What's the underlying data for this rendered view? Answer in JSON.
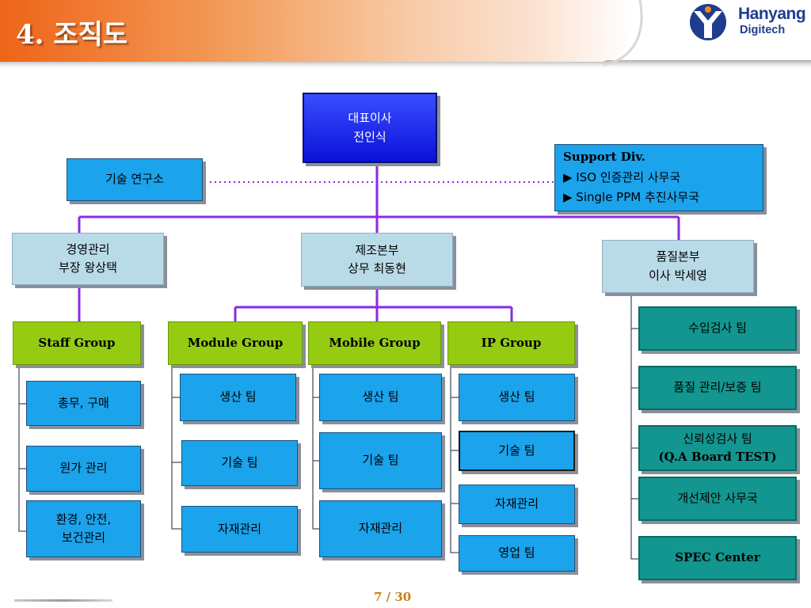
{
  "header": {
    "title": "4. 조직도"
  },
  "logo": {
    "line1": "Hanyang",
    "line2": "Digitech",
    "brand_color": "#1e3d8f",
    "accent_color": "#f28a1e"
  },
  "colors": {
    "header_orange": "#f0701e",
    "ceo_blue": "#0a12d8",
    "team_blue": "#1ba3ec",
    "division_light": "#b9dbe8",
    "group_green": "#95cc12",
    "quality_teal": "#12968f",
    "connector_purple": "#8a2be2"
  },
  "ceo": {
    "line1": "대표이사",
    "line2": "전인식"
  },
  "rnd": {
    "label": "기술 연구소"
  },
  "support": {
    "line1": "Support Div.",
    "line2": "▶ ISO 인증관리 사무국",
    "line3": "▶ Single PPM 추진사무국"
  },
  "divisions": {
    "management": {
      "line1": "경영관리",
      "line2": "부장  왕상택"
    },
    "manufacturing": {
      "line1": "제조본부",
      "line2": "상무  최동현"
    },
    "quality": {
      "line1": "품질본부",
      "line2": "이사  박세영"
    }
  },
  "groups": {
    "staff": "Staff Group",
    "module": "Module Group",
    "mobile": "Mobile Group",
    "ip": "IP  Group"
  },
  "teams": {
    "staff": [
      "총무, 구매",
      "원가 관리"
    ],
    "staff_env": {
      "line1": "환경, 안전,",
      "line2": "보건관리"
    },
    "module": [
      "생산 팀",
      "기술 팀",
      "자재관리"
    ],
    "mobile": [
      "생산 팀",
      "기술 팀",
      "자재관리"
    ],
    "ip": [
      "생산 팀",
      "기술 팀",
      "자재관리",
      "영업 팀"
    ]
  },
  "quality_teams": {
    "incoming": "수입검사 팀",
    "qa": "품질 관리/보증 팀",
    "reliability": {
      "line1": "신뢰성검사 팀",
      "line2": "(Q.A Board TEST)"
    },
    "improvement": "개선제안 사무국",
    "spec": "SPEC Center"
  },
  "footer": {
    "page": "7 / 30"
  }
}
